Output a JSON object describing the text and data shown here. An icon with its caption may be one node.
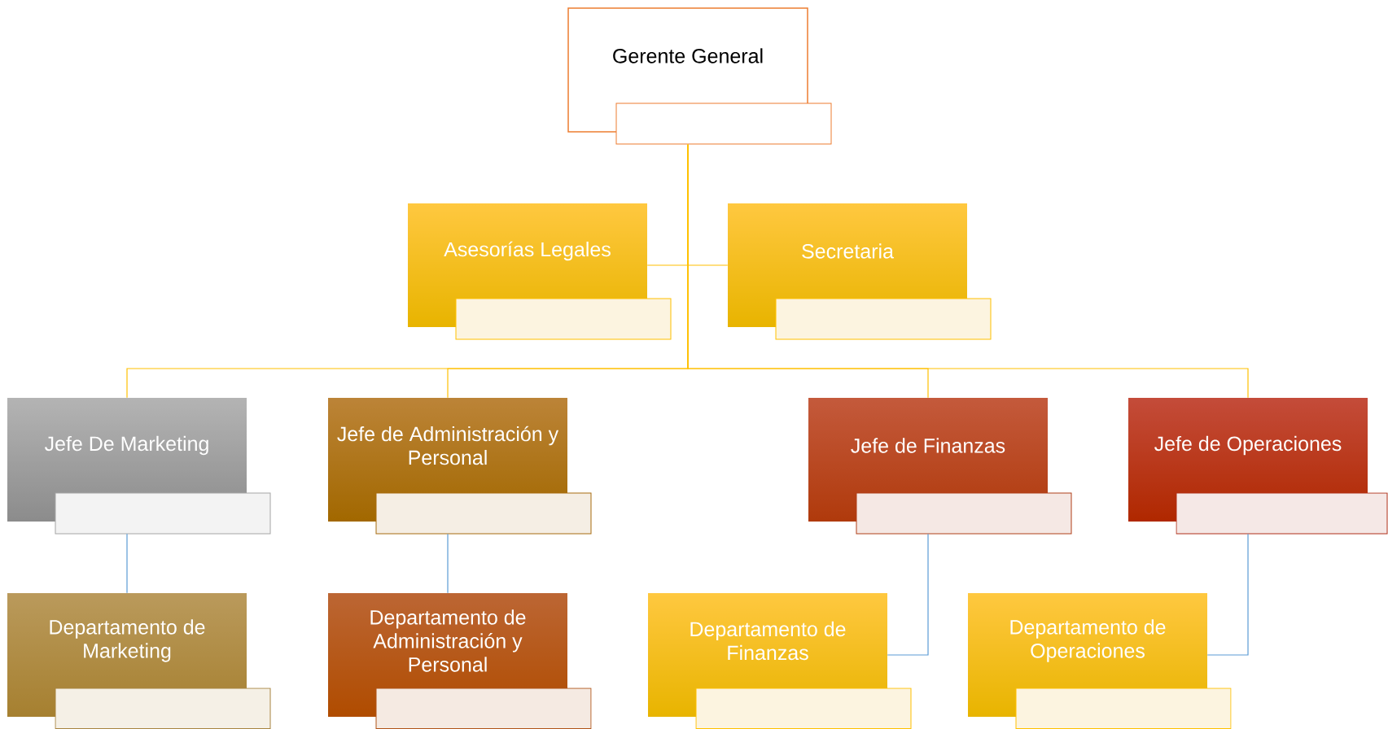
{
  "diagram": {
    "nodes": [
      {
        "text": [
          "Gerente General"
        ]
      },
      {
        "text": [
          "Asesorías Legales"
        ]
      },
      {
        "text": [
          "Secretaria"
        ]
      },
      {
        "text": [
          "Jefe De Marketing"
        ]
      },
      {
        "text": [
          "Jefe de Administración y Personal"
        ]
      },
      {
        "text": [
          "Jefe de Finanzas"
        ]
      },
      {
        "text": [
          "Jefe de Operaciones"
        ]
      },
      {
        "text": [
          "Departamento de Marketing"
        ]
      },
      {
        "text": [
          "Departamento de Administración y Personal"
        ]
      },
      {
        "text": [
          "Departamento de Finanzas"
        ]
      },
      {
        "text": [
          "Departamento de Operaciones"
        ]
      }
    ],
    "edges": [
      {
        "from": 0,
        "to": 1,
        "arrow": "none"
      },
      {
        "from": 0,
        "to": 2,
        "arrow": "none"
      },
      {
        "from": 0,
        "to": 3,
        "arrow": "none"
      },
      {
        "from": 0,
        "to": 4,
        "arrow": "none"
      },
      {
        "from": 0,
        "to": 5,
        "arrow": "none"
      },
      {
        "from": 0,
        "to": 6,
        "arrow": "none"
      },
      {
        "from": 3,
        "to": 7,
        "arrow": "none",
        "color": "#5b9bd5"
      },
      {
        "from": 4,
        "to": 8,
        "arrow": "none",
        "color": "#5b9bd5"
      },
      {
        "from": 5,
        "to": 9,
        "arrow": "none",
        "color": "#5b9bd5"
      },
      {
        "from": 6,
        "to": 10,
        "arrow": "none",
        "color": "#5b9bd5"
      }
    ]
  }
}
